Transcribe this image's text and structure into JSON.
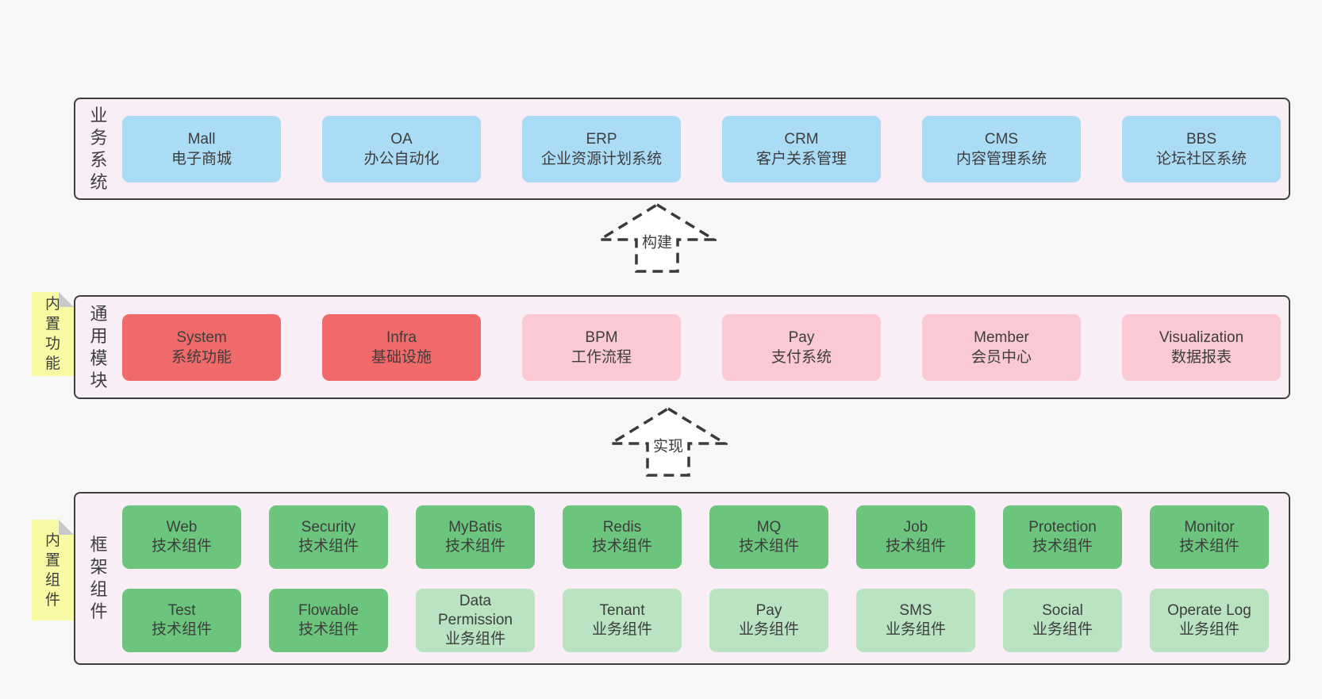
{
  "colors": {
    "background": "#f7f7f7",
    "panel_fill": "#f9eef6",
    "panel_border": "#3f3f3f",
    "business_box_blue": "#abdcf6",
    "core_module_box_red": "#f06a6a",
    "module_box_pink": "#fac9d3",
    "tech_component_box_green": "#6cc57d",
    "biz_component_box_light_green": "#b9e3c1",
    "sticky_note_yellow": "#fafaa5",
    "note_fold_gray": "#c9c9c9",
    "text": "#3d3d3d",
    "arrow_stroke": "#3a3a3a"
  },
  "panels": {
    "business": {
      "label": "业务系统",
      "boxes": [
        {
          "name": "Mall",
          "desc": "电子商城"
        },
        {
          "name": "OA",
          "desc": "办公自动化"
        },
        {
          "name": "ERP",
          "desc": "企业资源计划系统"
        },
        {
          "name": "CRM",
          "desc": "客户关系管理"
        },
        {
          "name": "CMS",
          "desc": "内容管理系统"
        },
        {
          "name": "BBS",
          "desc": "论坛社区系统"
        }
      ]
    },
    "modules": {
      "label": "通用模块",
      "note": "内置功能",
      "boxes": [
        {
          "name": "System",
          "desc": "系统功能"
        },
        {
          "name": "Infra",
          "desc": "基础设施"
        },
        {
          "name": "BPM",
          "desc": "工作流程"
        },
        {
          "name": "Pay",
          "desc": "支付系统"
        },
        {
          "name": "Member",
          "desc": "会员中心"
        },
        {
          "name": "Visualization",
          "desc": "数据报表"
        }
      ]
    },
    "components": {
      "label": "框架组件",
      "note": "内置组件",
      "row1": [
        {
          "name": "Web",
          "desc": "技术组件"
        },
        {
          "name": "Security",
          "desc": "技术组件"
        },
        {
          "name": "MyBatis",
          "desc": "技术组件"
        },
        {
          "name": "Redis",
          "desc": "技术组件"
        },
        {
          "name": "MQ",
          "desc": "技术组件"
        },
        {
          "name": "Job",
          "desc": "技术组件"
        },
        {
          "name": "Protection",
          "desc": "技术组件"
        },
        {
          "name": "Monitor",
          "desc": "技术组件"
        }
      ],
      "row2": [
        {
          "name": "Test",
          "desc": "技术组件"
        },
        {
          "name": "Flowable",
          "desc": "技术组件"
        },
        {
          "name": "Data Permission",
          "desc": "业务组件"
        },
        {
          "name": "Tenant",
          "desc": "业务组件"
        },
        {
          "name": "Pay",
          "desc": "业务组件"
        },
        {
          "name": "SMS",
          "desc": "业务组件"
        },
        {
          "name": "Social",
          "desc": "业务组件"
        },
        {
          "name": "Operate Log",
          "desc": "业务组件"
        }
      ]
    }
  },
  "arrows": {
    "build": {
      "label": "构建"
    },
    "implement": {
      "label": "实现"
    }
  }
}
